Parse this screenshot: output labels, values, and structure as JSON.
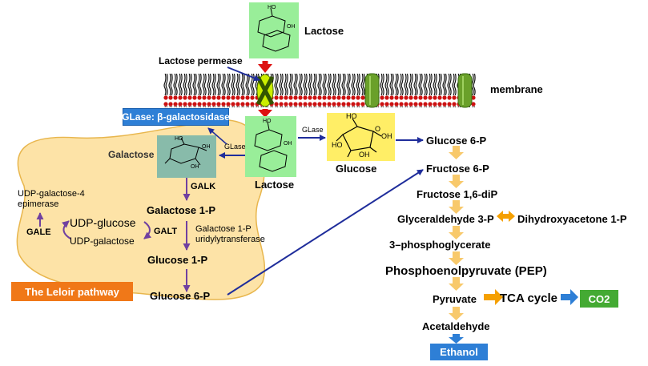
{
  "molecules": {
    "lactose_top": "Lactose",
    "lactose_mid": "Lactose",
    "glucose": "Glucose",
    "galactose": "Galactose",
    "ring_atom_ho": "HO",
    "ring_atom_oh": "OH",
    "ring_atom_o": "O"
  },
  "transport": {
    "permease": "Lactose permease",
    "membrane": "membrane",
    "glase_box": "GLase: β-galactosidase",
    "glase_left": "GLase",
    "glase_right": "GLase"
  },
  "leloir": {
    "title": "The Leloir pathway",
    "galk": "GALK",
    "galactose_1p": "Galactose 1-P",
    "galt": "GALT",
    "galt_name_line1": "Galactose 1-P",
    "galt_name_line2": "uridylytransferase",
    "glucose_1p": "Glucose 1-P",
    "glucose_6p": "Glucose 6-P",
    "udp_glucose": "UDP-glucose",
    "udp_galactose": "UDP-galactose",
    "gale": "GALE",
    "epimerase_line1": "UDP-galactose-4",
    "epimerase_line2": "epimerase"
  },
  "glycolysis": {
    "glucose_6p": "Glucose 6-P",
    "fructose_6p": "Fructose 6-P",
    "fructose_16dip": "Fructose 1,6-diP",
    "glyceraldehyde_3p": "Glyceraldehyde 3-P",
    "dihydroxyacetone_1p": "Dihydroxyacetone 1-P",
    "phosphoglycerate": "3–phosphoglycerate",
    "pep": "Phosphoenolpyruvate (PEP)",
    "pyruvate": "Pyruvate",
    "tca": "TCA cycle",
    "co2": "CO2",
    "acetaldehyde": "Acetaldehyde",
    "ethanol": "Ethanol"
  },
  "colors": {
    "green_box": "#99ee99",
    "yellow_box": "#ffee66",
    "teal_box": "#88bbaa",
    "blob_fill": "#fde3a7",
    "blob_stroke": "#e8b64d",
    "blue_arrow": "#1f2d9b",
    "red_arrow": "#dd1111",
    "gold_arrow": "#f8c96b",
    "orange_arrow": "#f5a000",
    "blue_label": "#2e7fd6",
    "orange_label": "#f07818",
    "green_label": "#44aa33",
    "purple": "#7040a0",
    "transporter_green": "#6aa02a"
  }
}
